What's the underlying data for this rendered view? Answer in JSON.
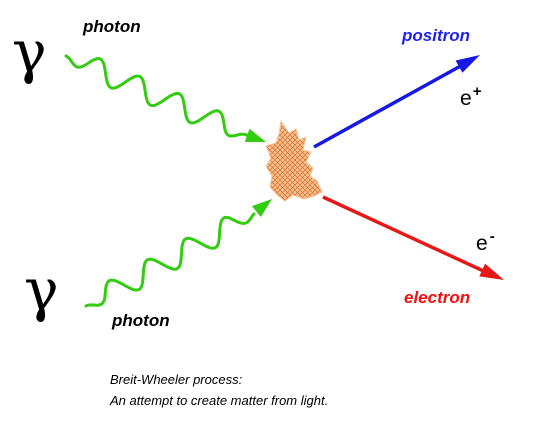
{
  "diagram": {
    "gamma_symbol": "γ",
    "photon_top_label": "photon",
    "photon_bottom_label": "photon",
    "positron_label": "positron",
    "positron_symbol": "e",
    "positron_sup": "+",
    "electron_label": "electron",
    "electron_symbol": "e",
    "electron_sup": "-",
    "caption_line1": "Breit-Wheeler process:",
    "caption_line2": "An attempt to create matter from light."
  },
  "colors": {
    "photon": "#33cc11",
    "positron": "#1818e6",
    "electron": "#e81818",
    "positron_text": "#2222ee",
    "electron_text": "#ee1111",
    "vertex_fill": "#f4c59a",
    "vertex_hatch": "#e06a1c"
  }
}
